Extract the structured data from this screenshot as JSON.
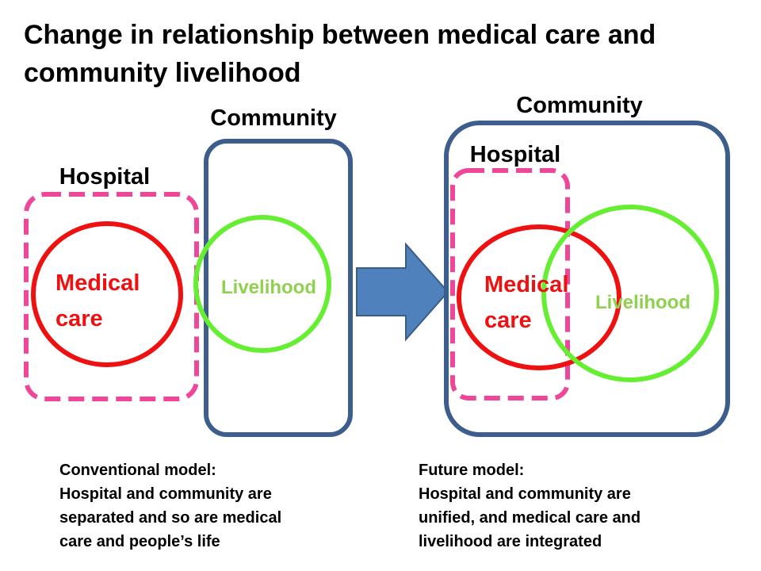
{
  "title": "Change in relationship between medical care and community livelihood",
  "colors": {
    "community_border": "#3d5e8c",
    "hospital_border": "#ee4799",
    "medical_circle": "#ee1111",
    "livelihood_circle": "#66ee33",
    "medical_text": "#ee1111",
    "livelihood_text": "#8fd14f",
    "arrow_fill": "#4f81bd",
    "arrow_stroke": "#385d8a"
  },
  "conventional": {
    "community_label": "Community",
    "hospital_label": "Hospital",
    "medical_line1": "Medical",
    "medical_line2": "care",
    "livelihood_label": "Livelihood",
    "caption": [
      "Conventional model:",
      "Hospital and community are",
      "separated and so are medical",
      "care and people’s life"
    ]
  },
  "future": {
    "community_label": "Community",
    "hospital_label": "Hospital",
    "medical_line1": "Medical",
    "medical_line2": "care",
    "livelihood_label": "Livelihood",
    "caption": [
      "Future model:",
      "Hospital and community are",
      "unified, and  medical care and",
      "livelihood are integrated"
    ]
  },
  "arrow_icon": "right-arrow-icon"
}
